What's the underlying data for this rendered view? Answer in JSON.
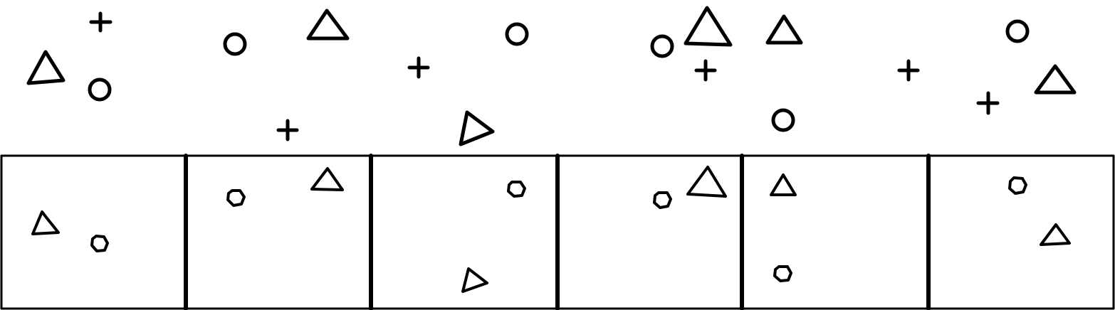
{
  "colors": {
    "stroke": "#000000",
    "background": "#ffffff"
  },
  "top_region": {
    "shape_order": [
      "cross",
      "triangle",
      "circle",
      "circle",
      "triangle",
      "cross",
      "cross",
      "circle",
      "triangle",
      "circle",
      "triangle",
      "cross",
      "triangle",
      "circle",
      "cross",
      "circle",
      "triangle",
      "cross"
    ]
  },
  "panels": [
    {
      "shapes": [
        "triangle",
        "circle"
      ]
    },
    {
      "shapes": [
        "circle",
        "triangle"
      ]
    },
    {
      "shapes": [
        "circle",
        "triangle"
      ]
    },
    {
      "shapes": [
        "circle",
        "triangle"
      ]
    },
    {
      "shapes": [
        "triangle",
        "circle"
      ]
    },
    {
      "shapes": [
        "circle",
        "triangle"
      ]
    }
  ]
}
